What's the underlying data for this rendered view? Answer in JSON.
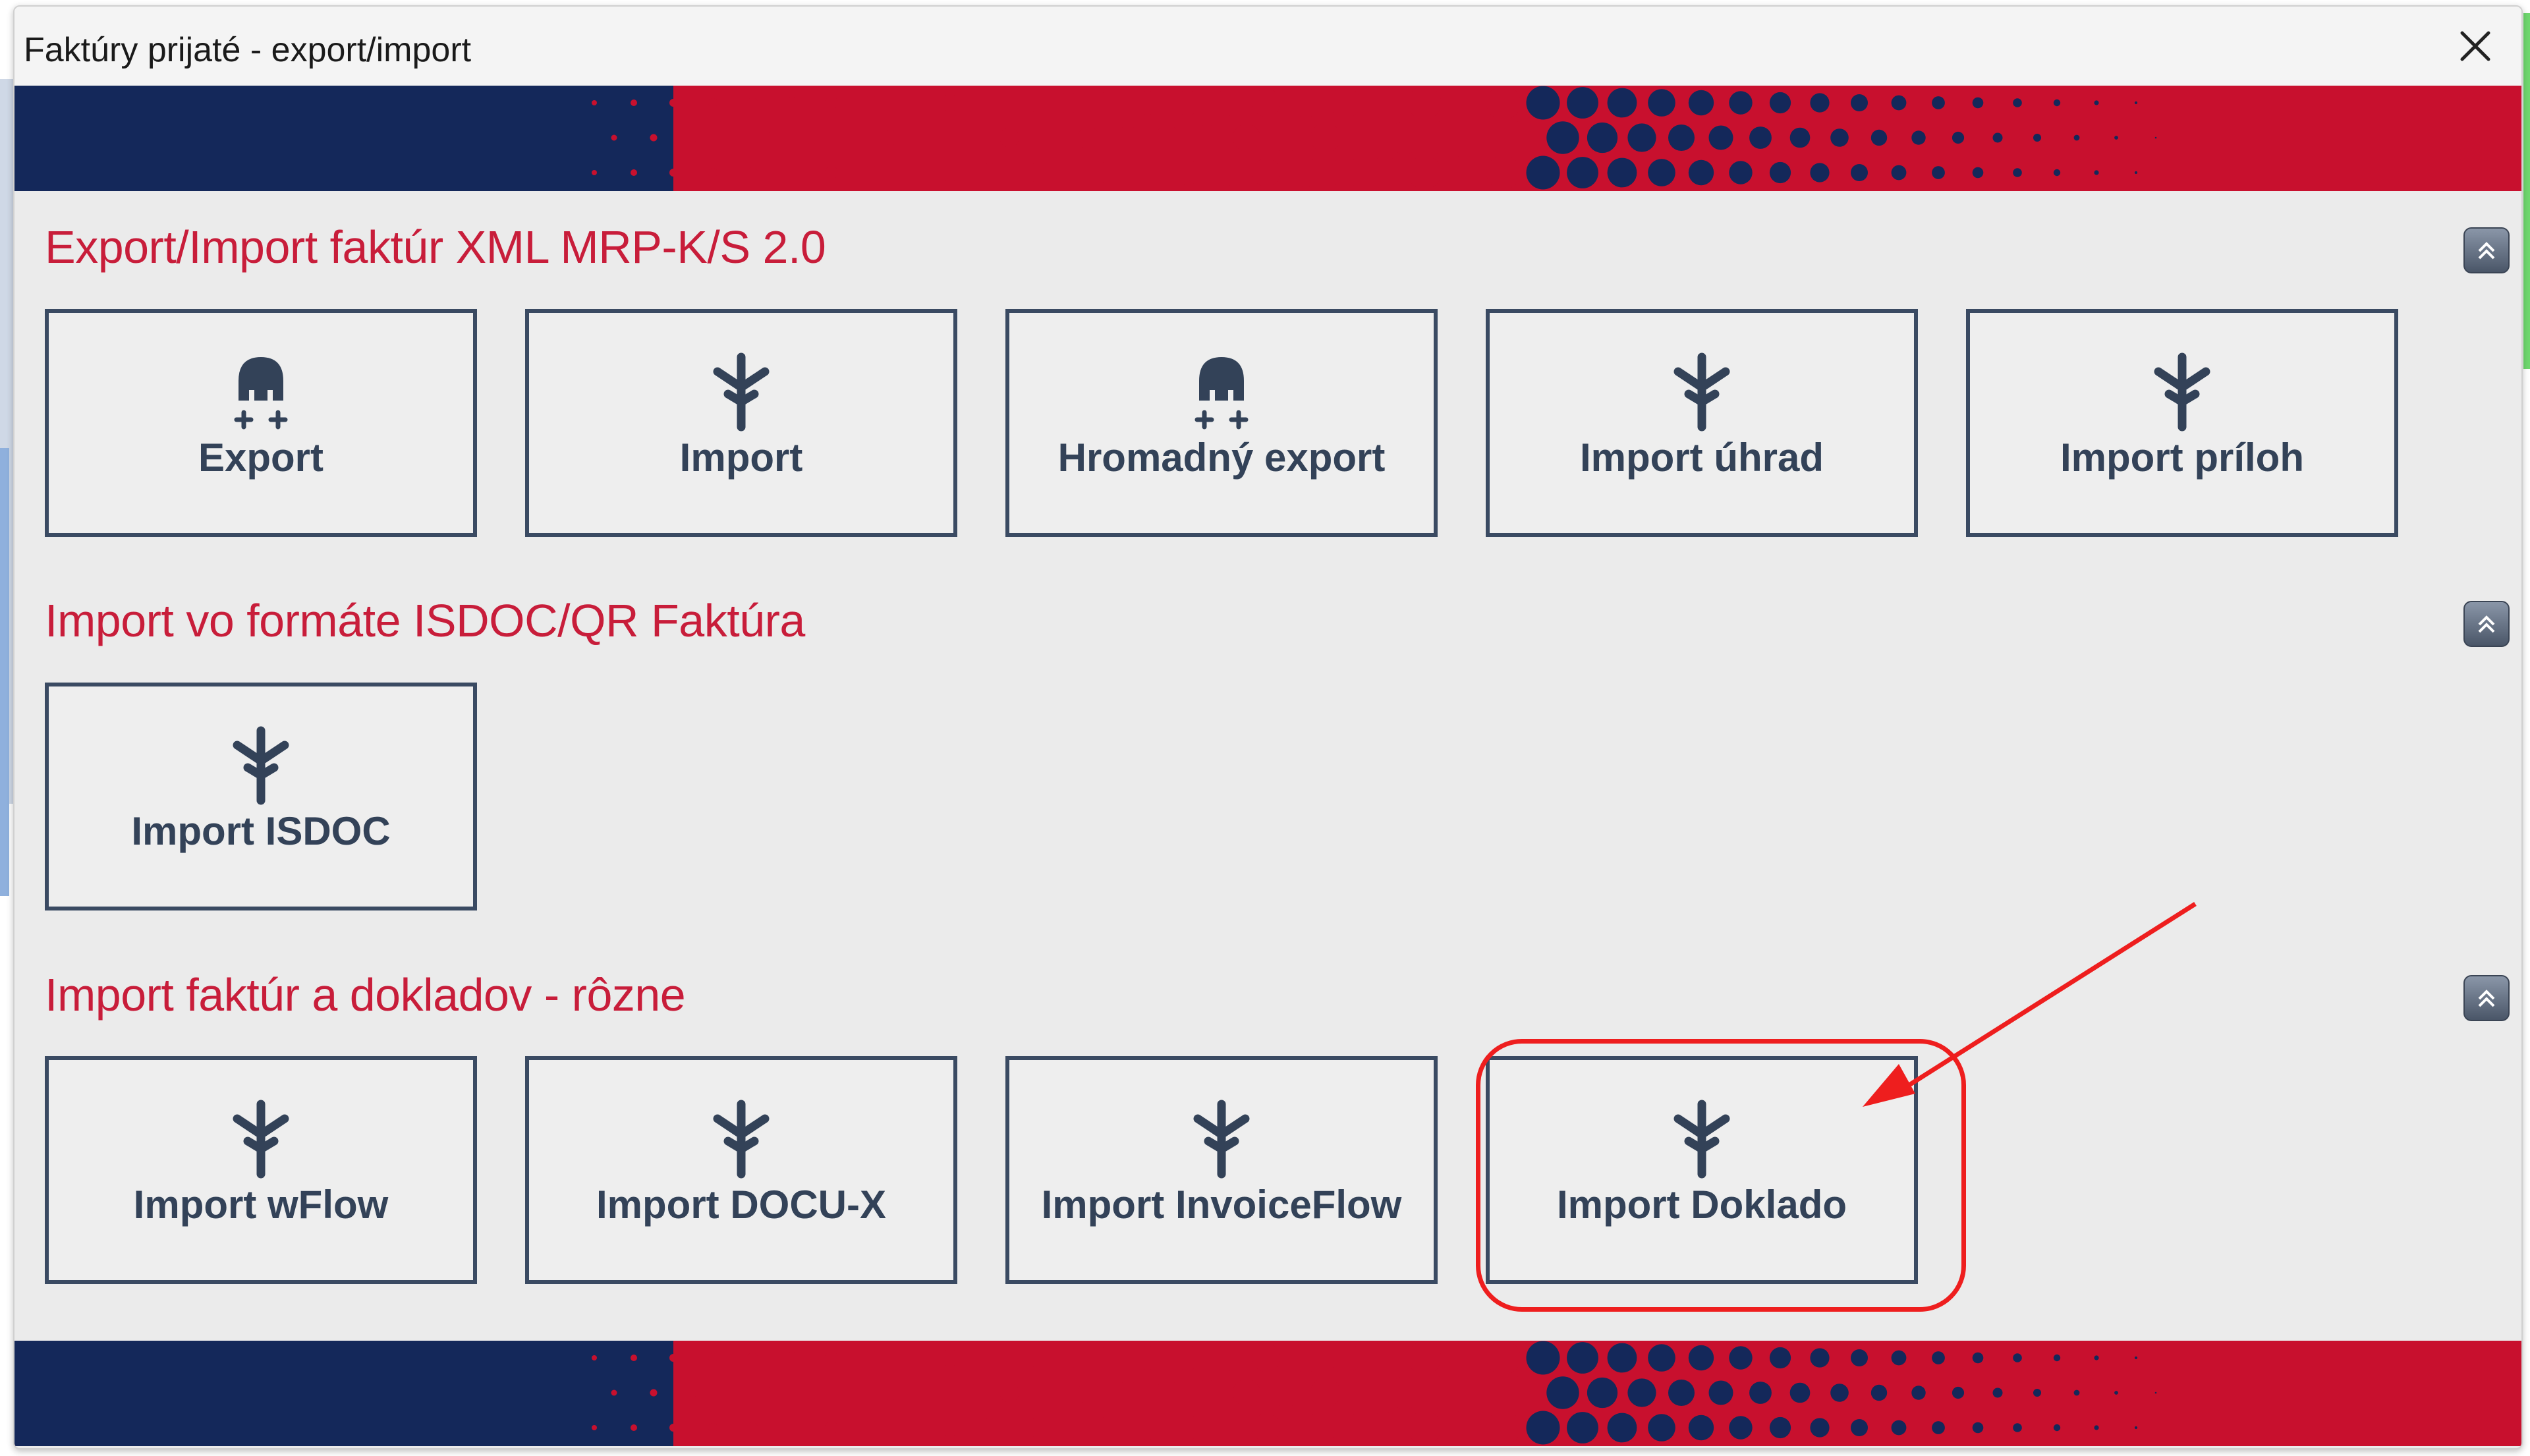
{
  "window": {
    "title": "Faktúry prijaté - export/import"
  },
  "colors": {
    "navy": "#14285a",
    "crimson": "#c8102e",
    "accent_text": "#c81d3a",
    "tile_border": "#3a4a62",
    "annotation_red": "#ee1e1e"
  },
  "sections": [
    {
      "title": "Export/Import faktúr XML MRP-K/S 2.0",
      "tiles": [
        {
          "label": "Export",
          "icon": "export-icon"
        },
        {
          "label": "Import",
          "icon": "import-icon"
        },
        {
          "label": "Hromadný export",
          "icon": "export-icon"
        },
        {
          "label": "Import úhrad",
          "icon": "import-icon"
        },
        {
          "label": "Import príloh",
          "icon": "import-icon"
        }
      ]
    },
    {
      "title": "Import vo formáte ISDOC/QR Faktúra",
      "tiles": [
        {
          "label": "Import ISDOC",
          "icon": "import-icon"
        }
      ]
    },
    {
      "title": "Import faktúr a dokladov - rôzne",
      "tiles": [
        {
          "label": "Import wFlow",
          "icon": "import-icon"
        },
        {
          "label": "Import DOCU-X",
          "icon": "import-icon"
        },
        {
          "label": "Import InvoiceFlow",
          "icon": "import-icon"
        },
        {
          "label": "Import Doklado",
          "icon": "import-icon",
          "highlighted": true
        }
      ]
    }
  ]
}
